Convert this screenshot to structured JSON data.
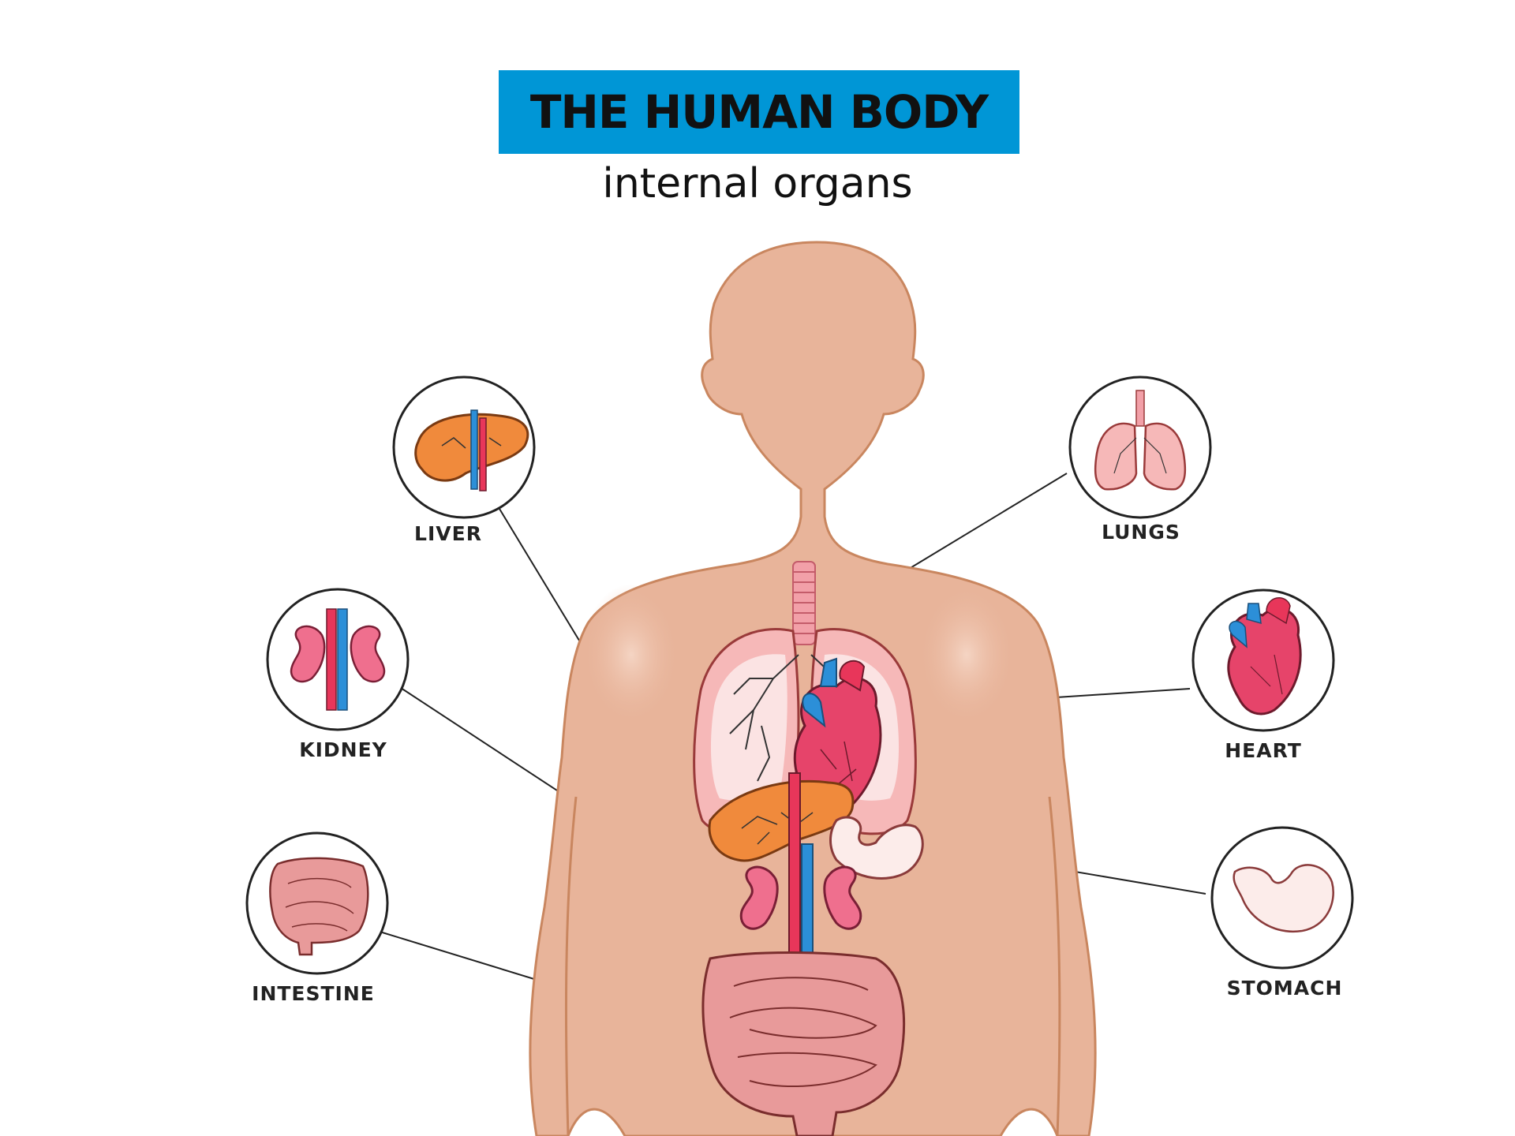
{
  "header": {
    "title": "THE HUMAN BODY",
    "subtitle": "internal organs"
  },
  "organs": [
    {
      "id": "liver",
      "label": "LIVER"
    },
    {
      "id": "kidney",
      "label": "KIDNEY"
    },
    {
      "id": "intestine",
      "label": "INTESTINE"
    },
    {
      "id": "lungs",
      "label": "LUNGS"
    },
    {
      "id": "heart",
      "label": "HEART"
    },
    {
      "id": "stomach",
      "label": "STOMACH"
    }
  ],
  "colors": {
    "banner": "#0096d6",
    "skin": "#e8b49a",
    "skin_outline": "#c9865f",
    "lung": "#f6b8b8",
    "liver": "#f08a3c",
    "kidney": "#ef6f8e",
    "vein_blue": "#2c8fd8",
    "artery_red": "#e8365a",
    "intestine": "#e89a9a",
    "stomach": "#f8d7d2"
  }
}
